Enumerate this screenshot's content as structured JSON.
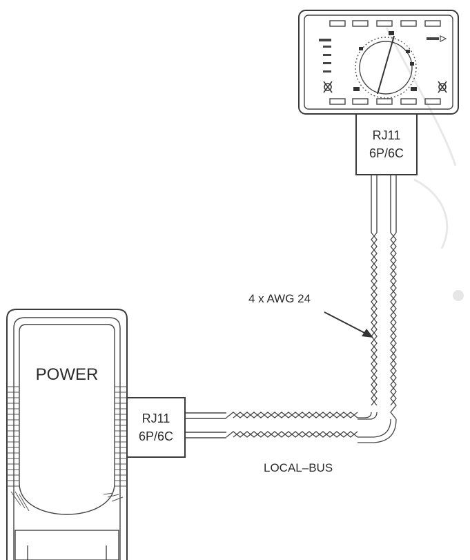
{
  "labels": {
    "power": "POWER",
    "rj11_left_line1": "RJ11",
    "rj11_left_line2": "6P/6C",
    "rj11_top_line1": "RJ11",
    "rj11_top_line2": "6P/6C",
    "cable": "4 x AWG 24",
    "bus": "LOCAL–BUS"
  },
  "icons": {
    "thermostat": "thermostat-controller-icon",
    "power_unit": "power-supply-icon",
    "cable": "twisted-pair-cable-icon"
  },
  "colors": {
    "line": "#3a3a3a",
    "watermark": "#e6e6e6"
  }
}
